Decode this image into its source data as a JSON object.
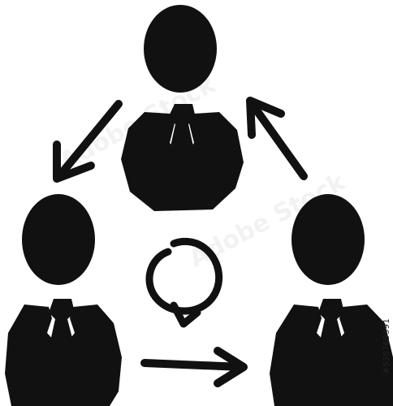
{
  "illustration": {
    "fill_color": "#111111",
    "background_color": "#ffffff",
    "figures": [
      "person-top",
      "person-left",
      "person-right"
    ],
    "arrows": [
      "arrow-top-to-left",
      "arrow-left-to-right",
      "arrow-right-to-top"
    ],
    "center_icon": "cycle-arrow-icon"
  },
  "watermark": {
    "text": "Adobe Stock"
  },
  "stock_id": "#530769991"
}
